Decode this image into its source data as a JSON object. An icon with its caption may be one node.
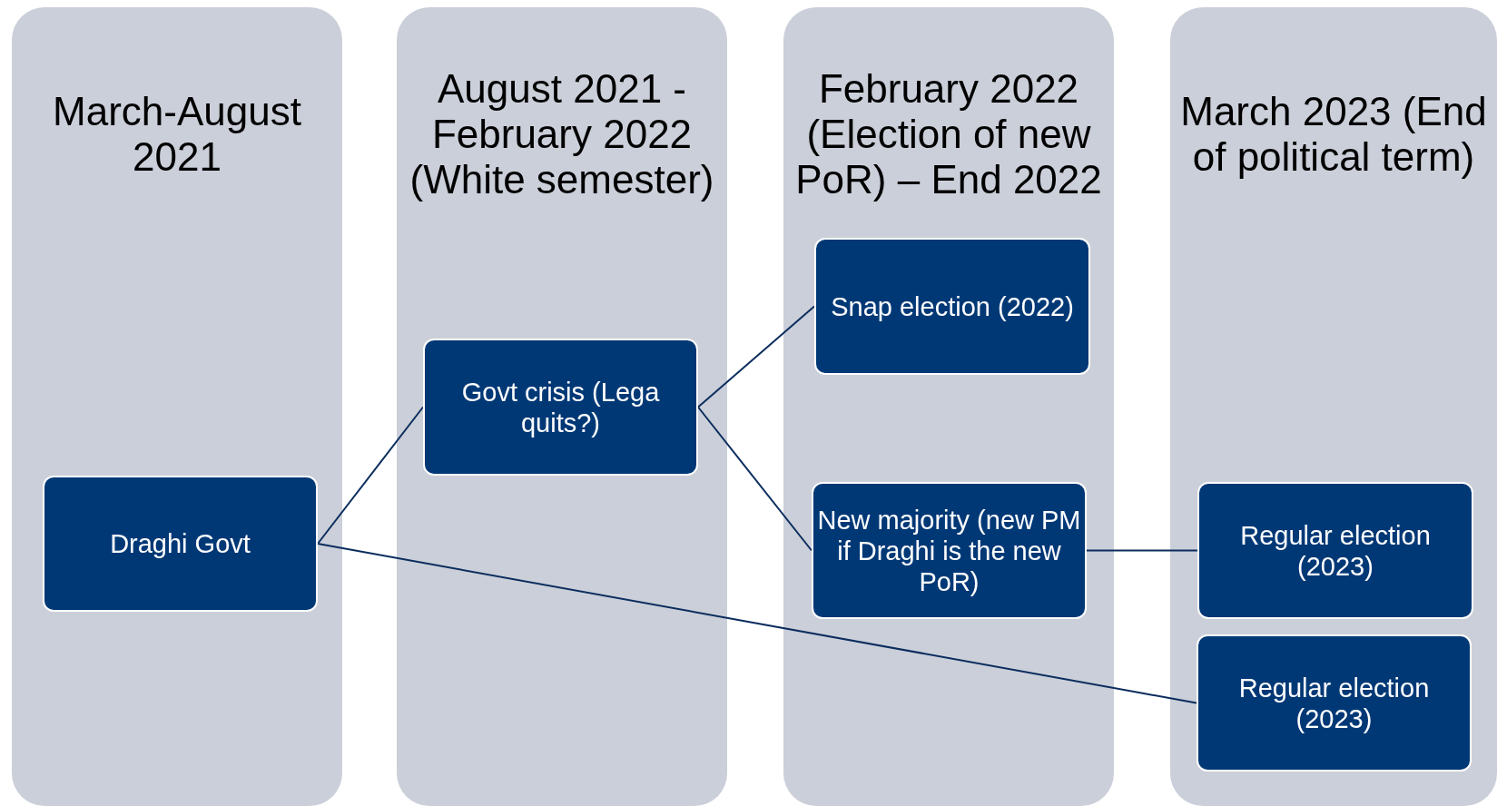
{
  "diagram": {
    "nodes": [
      {
        "text": [
          "March-August 2021"
        ]
      },
      {
        "text": [
          "August 2021 - February 2022 (White semester)"
        ]
      },
      {
        "text": [
          "February 2022 (Election of new PoR) – End 2022"
        ]
      },
      {
        "text": [
          "March 2023 (End of political term)"
        ]
      },
      {
        "text": [
          "Draghi Govt"
        ],
        "in": 0
      },
      {
        "text": [
          "Govt crisis (Lega quits?)"
        ],
        "in": 1
      },
      {
        "text": [
          "Snap election (2022)"
        ],
        "in": 2
      },
      {
        "text": [
          "New majority (new PM if Draghi is the new PoR)"
        ],
        "in": 2
      },
      {
        "text": [
          "Regular election (2023)"
        ],
        "in": 3
      },
      {
        "text": [
          "Regular election (2023)"
        ],
        "in": 3
      }
    ],
    "edges": [
      {
        "from": 4,
        "to": 5,
        "arrow": "none"
      },
      {
        "from": 5,
        "to": 6,
        "arrow": "none"
      },
      {
        "from": 5,
        "to": 7,
        "arrow": "none"
      },
      {
        "from": 7,
        "to": 8,
        "arrow": "none"
      },
      {
        "from": 4,
        "to": 9,
        "arrow": "none"
      }
    ]
  }
}
